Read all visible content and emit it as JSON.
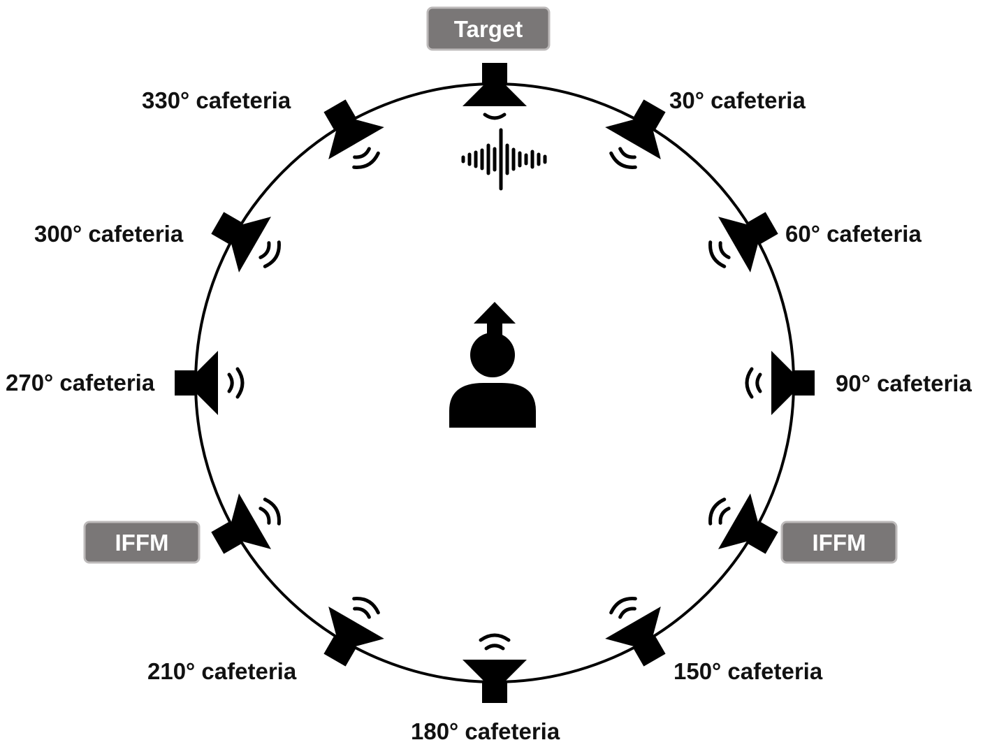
{
  "target_label": "Target",
  "ifffm_left": "IFFM",
  "ifffm_right": "IFFM",
  "speakers": [
    {
      "azimuth": 0,
      "label": "",
      "role": "target"
    },
    {
      "azimuth": 30,
      "label": "30° cafeteria"
    },
    {
      "azimuth": 60,
      "label": "60° cafeteria"
    },
    {
      "azimuth": 90,
      "label": "90° cafeteria"
    },
    {
      "azimuth": 120,
      "label": ""
    },
    {
      "azimuth": 150,
      "label": "150° cafeteria"
    },
    {
      "azimuth": 180,
      "label": "180° cafeteria"
    },
    {
      "azimuth": 210,
      "label": "210° cafeteria"
    },
    {
      "azimuth": 240,
      "label": ""
    },
    {
      "azimuth": 270,
      "label": "270° cafeteria"
    },
    {
      "azimuth": 300,
      "label": "300° cafeteria"
    },
    {
      "azimuth": 330,
      "label": "330° cafeteria"
    }
  ],
  "colors": {
    "ink": "#000000",
    "tag_fill": "#7a7777",
    "tag_border": "#bdbaba"
  },
  "icons": {
    "listener": "listener-head-with-arrow-icon",
    "speaker": "loudspeaker-icon",
    "waves": "sound-waves-icon",
    "waveform": "speech-waveform-icon"
  }
}
